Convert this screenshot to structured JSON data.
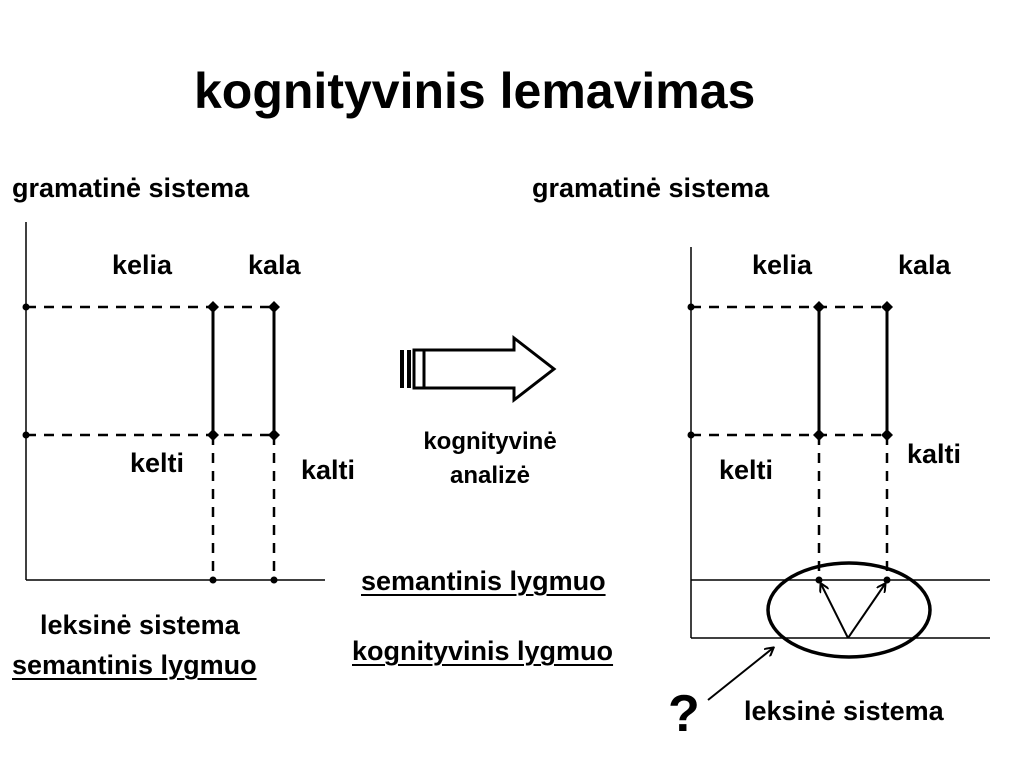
{
  "slide": {
    "title": "kognityvinis lemavimas"
  },
  "left": {
    "heading": "gramatinė sistema",
    "word_kelia": "kelia",
    "word_kala": "kala",
    "word_kelti": "kelti",
    "word_kalti": "kalti",
    "bottom_label": "leksinė sistema",
    "bottom_sublabel": "semantinis lygmuo"
  },
  "middle": {
    "arrow_caption_line1": "kognityvinė",
    "arrow_caption_line2": "analizė",
    "level_semantic": "semantinis lygmuo",
    "level_cognitive": "kognityvinis lygmuo"
  },
  "right": {
    "heading": "gramatinė sistema",
    "word_kelia": "kelia",
    "word_kala": "kala",
    "word_kelti": "kelti",
    "word_kalti": "kalti",
    "question_mark": "?",
    "bottom_label": "leksinė sistema"
  },
  "colors": {
    "ink": "#000000",
    "background": "#ffffff"
  }
}
